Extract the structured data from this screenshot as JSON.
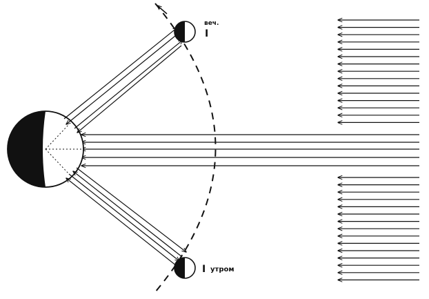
{
  "diagram": {
    "labels": {
      "evening_label": "веч.",
      "evening_numeral": "I",
      "morning_numeral": "I",
      "morning_label": "утром"
    },
    "colors": {
      "ink": "#111111",
      "paper": "#ffffff"
    },
    "elements": {
      "earth": "earth-globe-half-shaded",
      "moon_evening": "moon-first-quarter",
      "moon_morning": "moon-last-quarter",
      "orbit": "dashed-arc",
      "sunlight": "parallel-arrows-from-right"
    }
  }
}
